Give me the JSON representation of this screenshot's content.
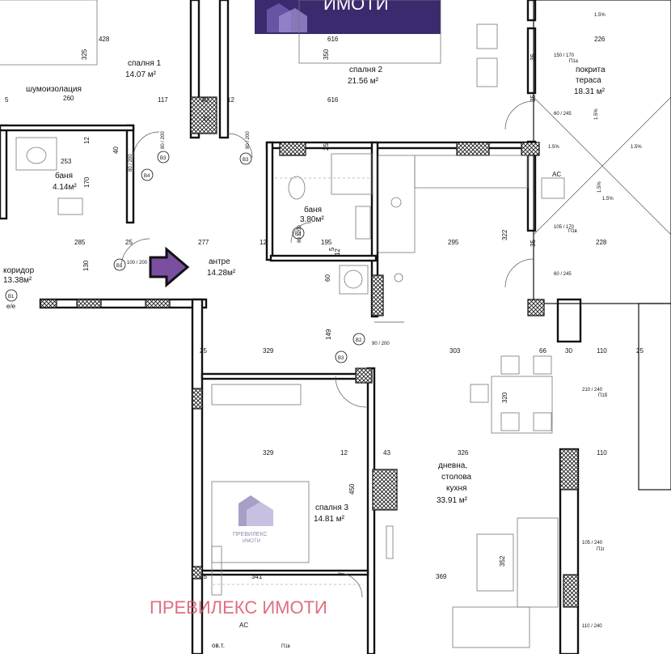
{
  "rooms": {
    "bedroom1": {
      "name": "спалня 1",
      "area": "14.07 м²"
    },
    "bedroom2": {
      "name": "спалня 2",
      "area": "21.56 м²"
    },
    "bedroom3": {
      "name": "спалня 3",
      "area": "14.81 м²"
    },
    "bath1": {
      "name": "баня",
      "area": "4.14м²"
    },
    "bath2": {
      "name": "баня",
      "area": "3.80м²"
    },
    "entry": {
      "name": "антре",
      "area": "14.28м²"
    },
    "corridor": {
      "name": "коридор",
      "area": "13.38м²"
    },
    "terrace": {
      "name_line1": "покрита",
      "name_line2": "тераса",
      "area": "18.31 м²"
    },
    "living": {
      "line1": "дневна,",
      "line2": "столова",
      "line3": "кухня",
      "area": "33.91 м²"
    },
    "insulation": "шумоизолация"
  },
  "dimensions": [
    "428",
    "325",
    "260",
    "616",
    "350",
    "616",
    "117",
    "40",
    "12",
    "12",
    "253",
    "40",
    "12",
    "170",
    "285",
    "130",
    "277",
    "25",
    "12",
    "195",
    "12",
    "295",
    "322",
    "35",
    "226",
    "228",
    "35",
    "329",
    "149",
    "303",
    "66",
    "30",
    "110",
    "25",
    "320",
    "329",
    "12",
    "43",
    "326",
    "110",
    "450",
    "341",
    "369",
    "352",
    "25",
    "25",
    "5",
    "25",
    "35",
    "5",
    "60"
  ],
  "doors": [
    "B3",
    "B4",
    "B3",
    "B4",
    "B1",
    "B1",
    "B3",
    "B2"
  ],
  "door_sizes": {
    "d80_200": "80 / 200",
    "d90_200": "90 / 200",
    "d100_200": "100 / 200",
    "d60_245": "60 / 245",
    "d105_170": "105 / 170",
    "d150_170": "150 / 170",
    "d210_240": "210 / 240",
    "d105_240": "105 / 240",
    "d110_240": "110 / 240"
  },
  "window_codes": [
    "П1а",
    "П1в",
    "П1б",
    "П1г",
    "П1в"
  ],
  "slope": [
    "1.5%",
    "1.5%",
    "1.5%",
    "1.5%",
    "1.5%",
    "1.5%"
  ],
  "ac": [
    "AC",
    "AC"
  ],
  "misc": {
    "el": "e/e",
    "small": "ов.т."
  },
  "watermark_bottom": "ПРЕВИЛЕКС ИМОТИ",
  "logo_top_text": "ИМОТИ",
  "logo_small_line1": "ПРЕВИЛЕКС",
  "logo_small_line2": "ИМОТИ",
  "colors": {
    "logo_bg": "#3b2a6e",
    "watermark": "#d9576b",
    "arrow": "#7a4fa0",
    "wall": "#111111"
  },
  "marker_arrow": "arrow-right"
}
